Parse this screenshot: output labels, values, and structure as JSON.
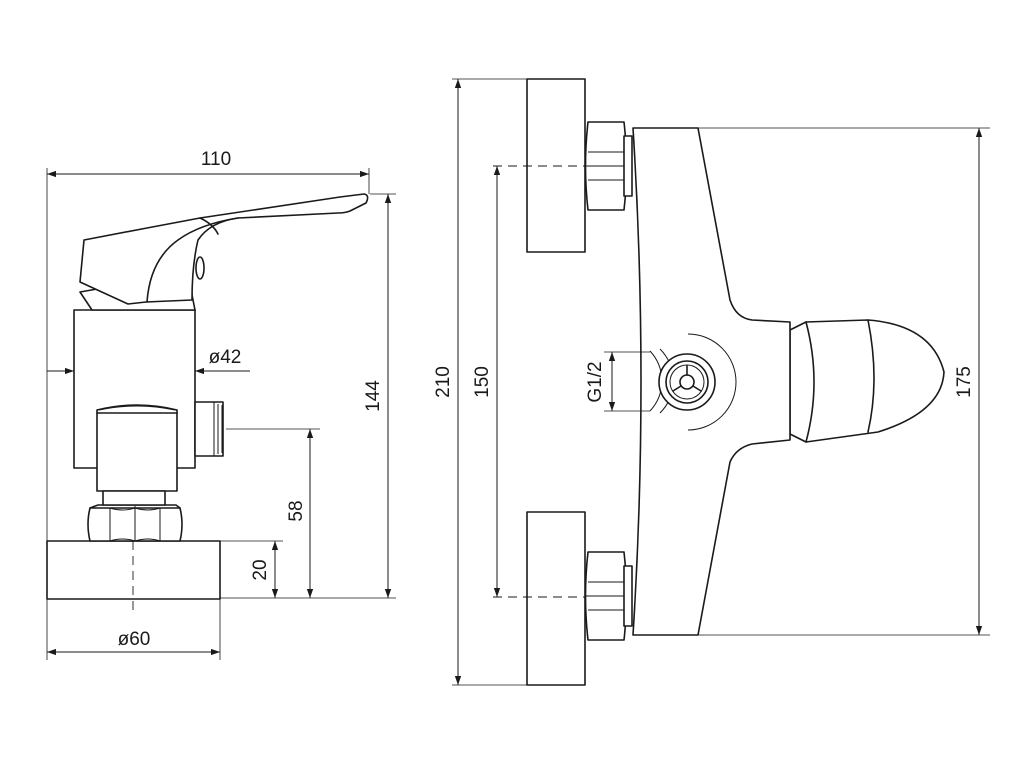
{
  "dimensions": {
    "side_width": "110",
    "handle_diameter": "ø42",
    "total_height": "144",
    "outlet_height": "58",
    "rosette_thickness": "20",
    "rosette_diameter": "ø60",
    "overall_height": "210",
    "inlet_spacing": "150",
    "thread_size": "G1/2",
    "body_height": "175"
  },
  "colors": {
    "line": "#1a1a1a",
    "background": "#ffffff"
  }
}
